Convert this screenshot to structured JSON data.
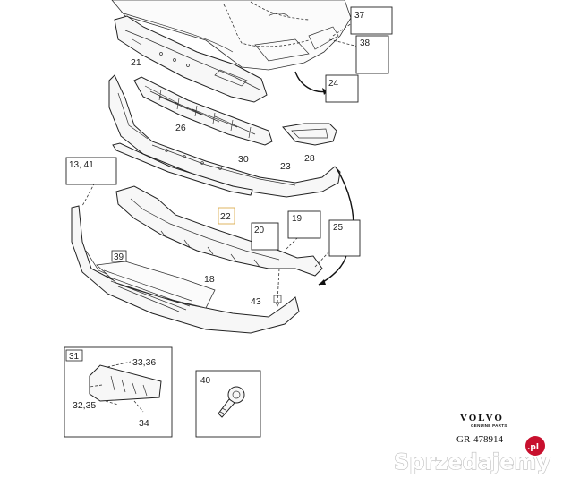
{
  "callouts": {
    "c21": "21",
    "c26": "26",
    "c30": "30",
    "c23": "23",
    "c28": "28",
    "c22": "22",
    "c18": "18",
    "c43": "43",
    "c34": "34",
    "c32_35": "32,35",
    "c33_36": "33,36"
  },
  "boxed_callouts": {
    "b37": "37",
    "b38": "38",
    "b24": "24",
    "b13_41": "13, 41",
    "b20": "20",
    "b19": "19",
    "b25": "25",
    "b39": "39",
    "b31": "31",
    "b40": "40"
  },
  "brand": {
    "logo_text": "VOLVO",
    "logo_subtext": "GENUINE PARTS",
    "reference": "GR-478914"
  },
  "watermark": {
    "text": "Sprzedajemy",
    "suffix": ".pl",
    "color": "#c8102e"
  }
}
